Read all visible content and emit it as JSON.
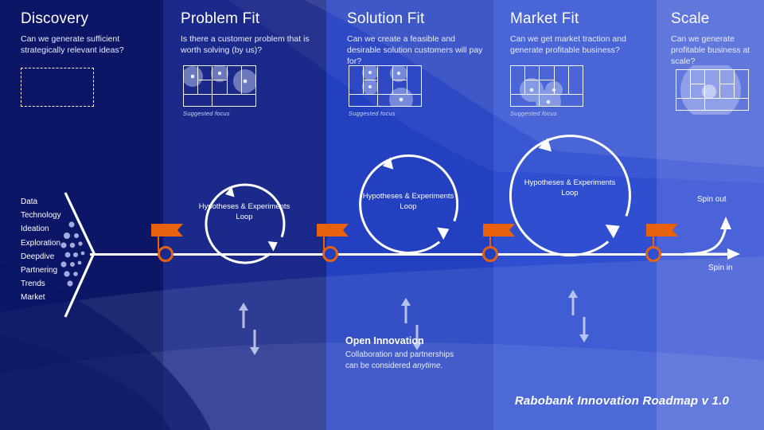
{
  "meta": {
    "footer_title": "Rabobank Innovation Roadmap v 1.0"
  },
  "colors": {
    "band1": "#0c1566",
    "band2": "#1b2a8a",
    "band3": "#2340c0",
    "band4": "#2f4ed0",
    "band5": "#4a63d8",
    "accent_orange": "#e8620d",
    "line_white": "#ffffff"
  },
  "stages": [
    {
      "id": "discovery",
      "title": "Discovery",
      "question": "Can we generate sufficient strategically relevant ideas?",
      "artifact": "empty-dashed-placeholder",
      "focus_label": ""
    },
    {
      "id": "problem-fit",
      "title": "Problem Fit",
      "question": "Is there a customer problem that is worth solving (by us)?",
      "artifact": "business-model-canvas",
      "focus_label": "Suggested focus"
    },
    {
      "id": "solution-fit",
      "title": "Solution Fit",
      "question": "Can we create a feasible and desirable solution customers will pay for?",
      "artifact": "business-model-canvas",
      "focus_label": "Suggested focus"
    },
    {
      "id": "market-fit",
      "title": "Market Fit",
      "question": "Can we get market traction and generate profitable business?",
      "artifact": "business-model-canvas",
      "focus_label": "Suggested focus"
    },
    {
      "id": "scale",
      "title": "Scale",
      "question": "Can we generate profitable business at scale?",
      "artifact": "business-model-canvas",
      "focus_label": ""
    }
  ],
  "loops": [
    {
      "id": "loop-problem-fit",
      "label": "Hypotheses & Experiments Loop"
    },
    {
      "id": "loop-solution-fit",
      "label": "Hypotheses & Experiments Loop"
    },
    {
      "id": "loop-market-fit",
      "label": "Hypotheses & Experiments Loop"
    }
  ],
  "gates": [
    {
      "id": "gate-1",
      "label": ""
    },
    {
      "id": "gate-2",
      "label": ""
    },
    {
      "id": "gate-3",
      "label": ""
    },
    {
      "id": "gate-4",
      "label": ""
    }
  ],
  "input_sources": [
    "Data",
    "Technology",
    "Ideation",
    "Exploration",
    "Deepdive",
    "Partnering",
    "Trends",
    "Market"
  ],
  "exits": {
    "spin_out": "Spin out",
    "spin_in": "Spin in"
  },
  "open_innovation": {
    "title": "Open Innovation",
    "line1": "Collaboration and partnerships",
    "line2_pre": "can be considered ",
    "line2_em": "anytime",
    "line2_post": "."
  }
}
